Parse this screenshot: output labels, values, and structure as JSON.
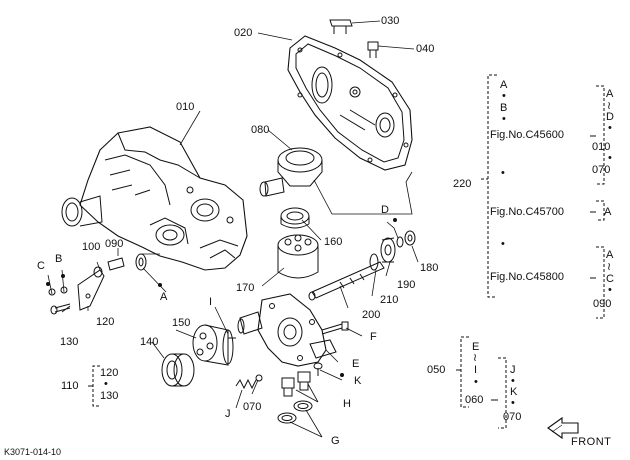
{
  "parts": {
    "p010": "010",
    "p020": "020",
    "p030": "030",
    "p040": "040",
    "p070": "070",
    "p080": "080",
    "p090": "090",
    "p100": "100",
    "p110": "110",
    "p120": "120",
    "p130": "130",
    "p140": "140",
    "p150": "150",
    "p160": "160",
    "p170": "170",
    "p180": "180",
    "p190": "190",
    "p200": "200",
    "p210": "210",
    "p220": "220",
    "p050": "050",
    "p060": "060"
  },
  "letters": {
    "A": "A",
    "B": "B",
    "C": "C",
    "D": "D",
    "E": "E",
    "F": "F",
    "G": "G",
    "H": "H",
    "I": "I",
    "J": "J",
    "K": "K"
  },
  "group110": {
    "top": "120",
    "bottom": "130"
  },
  "group220": {
    "left_top": "A",
    "left_mid": "B",
    "fig1": "Fig.No.C45600",
    "fig1_range": [
      "A",
      "D",
      "010",
      "070"
    ],
    "fig2": "Fig.No.C45700",
    "fig2_range": [
      "A"
    ],
    "fig3": "Fig.No.C45800",
    "fig3_range": [
      "A",
      "C",
      "090"
    ]
  },
  "group050": {
    "top": "E",
    "mid": "I",
    "bottom": "060",
    "range": [
      "J",
      "K",
      "070"
    ]
  },
  "front": "FRONT",
  "code": "K3071-014-10",
  "symbols": {
    "dot": "•",
    "tilde": "≀"
  },
  "colors": {
    "ink": "#111111",
    "paper": "#ffffff"
  }
}
